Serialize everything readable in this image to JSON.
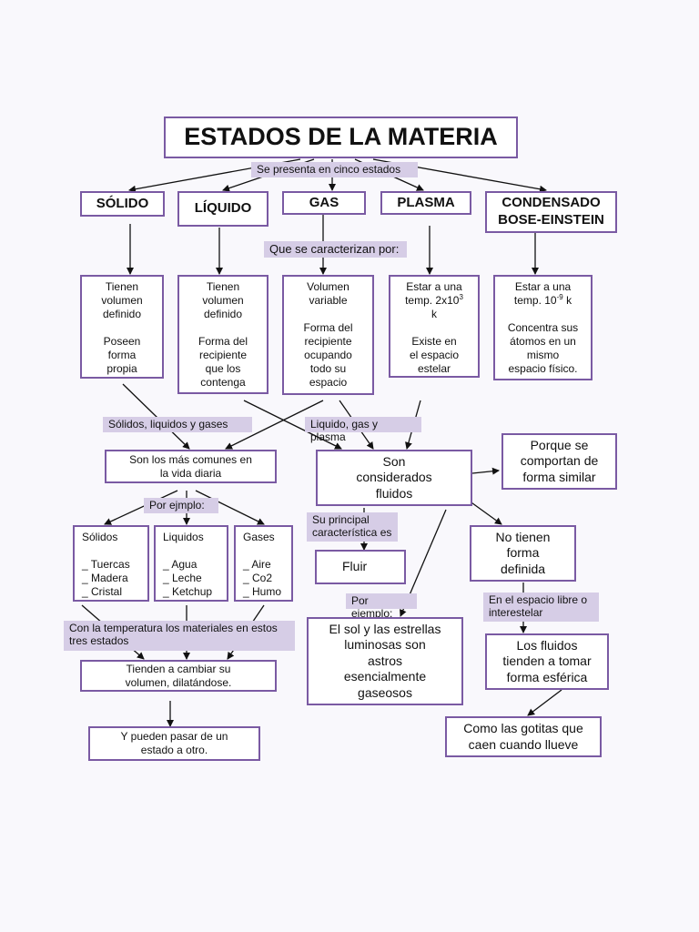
{
  "title": "ESTADOS DE LA MATERIA",
  "label_cinco": "Se presenta en cinco estados",
  "states": {
    "solido": "SÓLIDO",
    "liquido": "LÍQUIDO",
    "gas": "GAS",
    "plasma": "PLASMA",
    "condensado": "CONDENSADO\nBOSE-EINSTEIN"
  },
  "label_caracterizan": "Que se caracterizan por:",
  "desc": {
    "solido": "Tienen\nvolumen\ndefinido\n\nPoseen\nforma\npropia",
    "liquido": "Tienen\nvolumen\ndefinido\n\nForma del\nrecipiente\nque los\ncontenga",
    "gas": "Volumen\nvariable\n\nForma del\nrecipiente\nocupando\ntodo su\nespacio",
    "plasma_1": "Estar a  una\ntemp.  2x10",
    "plasma_sup": "3",
    "plasma_2": "\nk\n\nExiste  en\nel  espacio\nestelar",
    "condensado_1": "Estar a una\ntemp. 10",
    "condensado_sup": "-9",
    "condensado_2": " k\n\nConcentra  sus\nátomos  en un\nmismo\nespacio  físico."
  },
  "label_sol_liq_gas": "Sólidos, liquidos y gases",
  "label_liq_gas_plasma": "Liquido, gas y plasma",
  "comunes": "Son los más comunes  en\nla vida diaria",
  "fluidos": "Son\nconsiderados\nfluidos",
  "porque": "Porque se\ncomportan  de\nforma  similar",
  "label_por_ejemplo_1": "Por ejmplo:",
  "examples": {
    "solidos": "Sólidos\n\n_ Tuercas\n_ Madera\n_ Cristal",
    "liquidos": "Liquidos\n\n_ Agua\n_ Leche\n_ Ketchup",
    "gases": "Gases\n\n_ Aire\n_ Co2\n_ Humo"
  },
  "label_principal": "Su principal\ncaracterística es",
  "fluir": "Fluir",
  "no_forma": "No tienen\nforma\ndefinida",
  "label_por_ejemplo_2": "Por ejemplo:",
  "sol_estrellas": "El sol y las estrellas\nluminosas son\nastros\nesencialmente\ngaseosos",
  "label_espacio": "En el espacio libre  o\n   interestelar",
  "esferica": "Los fluidos\ntienden a  tomar\nforma  esférica",
  "gotitas": "Como las gotitas  que\ncaen cuando  llueve",
  "label_temperatura": "Con la temperatura los materiales  en estos\n              tres estados",
  "tienden_cambiar": "Tienden a cambiar su\nvolumen, dilatándose.",
  "pasar_estado": "Y pueden pasar de un\nestado a otro."
}
